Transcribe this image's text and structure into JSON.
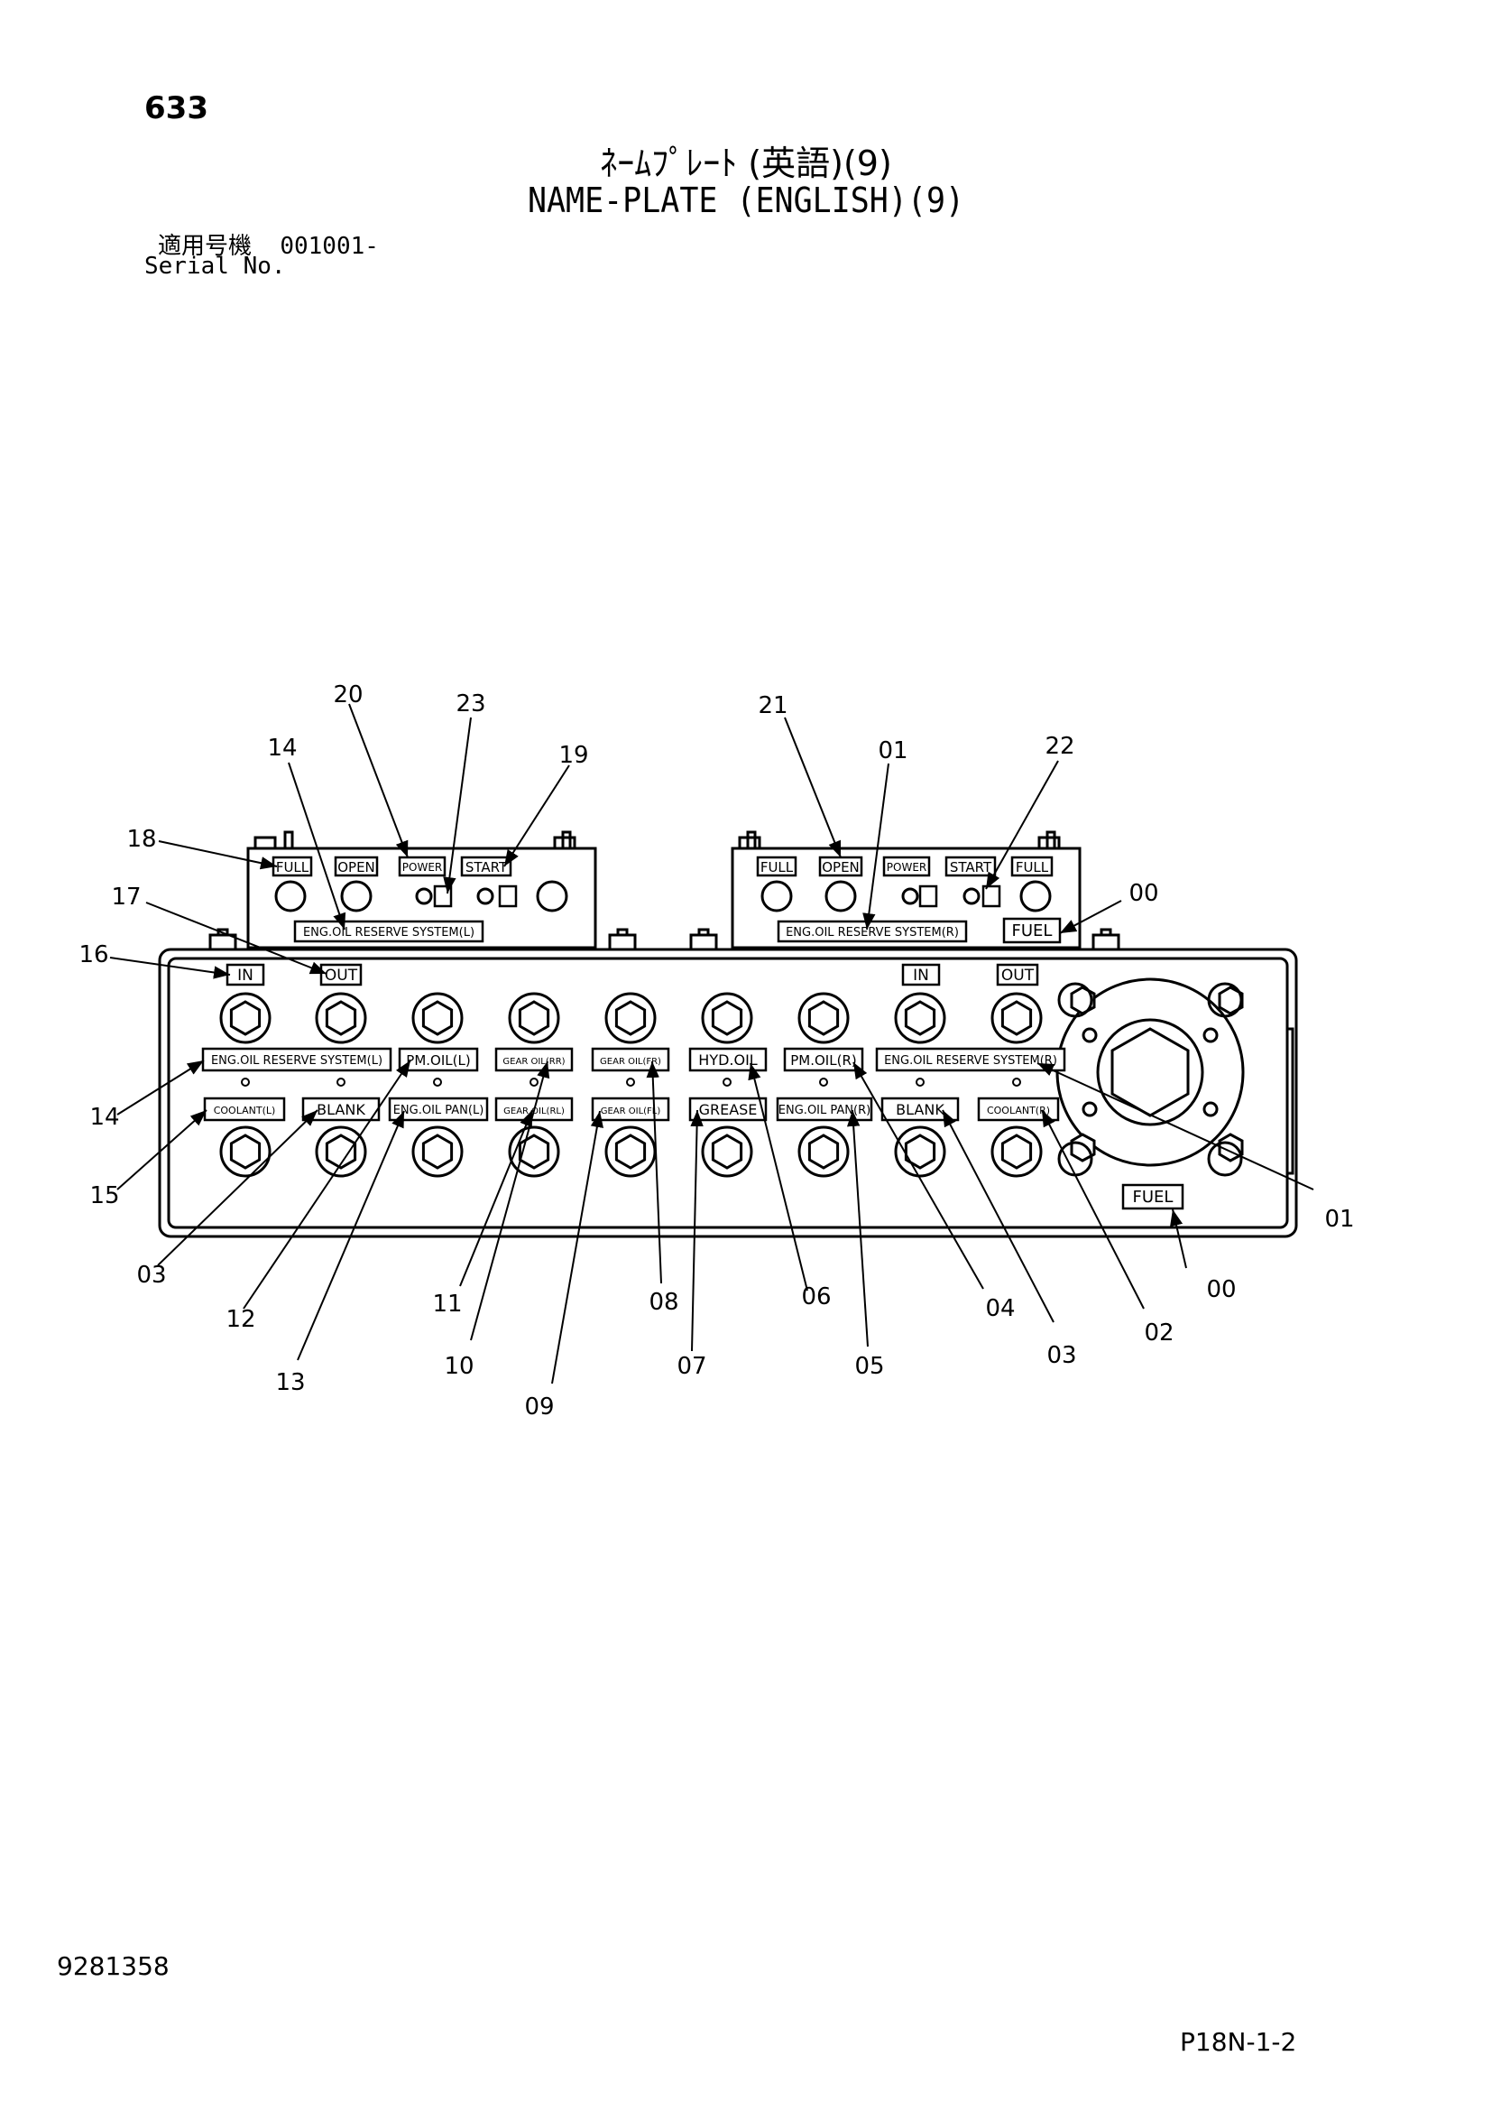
{
  "header": {
    "page_number": "633",
    "title_jp": "ﾈｰﾑﾌﾟﾚｰﾄ (英語)(9)",
    "title_en": "NAME-PLATE (ENGLISH)(9)",
    "serial_label_jp": "適用号機",
    "serial_value": "001001-",
    "serial_label_en": "Serial No."
  },
  "footer": {
    "doc_number": "9281358",
    "page_code": "P18N-1-2"
  },
  "plates": {
    "upper_left": [
      "FULL",
      "OPEN",
      "POWER",
      "START"
    ],
    "upper_left_system": "ENG.OIL RESERVE SYSTEM(L)",
    "upper_right": [
      "FULL",
      "OPEN",
      "POWER",
      "START",
      "FULL"
    ],
    "upper_right_system": "ENG.OIL RESERVE SYSTEM(R)",
    "fuel": "FUEL",
    "in": "IN",
    "out": "OUT",
    "row1": [
      "ENG.OIL RESERVE SYSTEM(L)",
      "PM.OIL(L)",
      "GEAR OIL(RR)",
      "GEAR OIL(FR)",
      "HYD.OIL",
      "PM.OIL(R)",
      "ENG.OIL RESERVE SYSTEM(R)"
    ],
    "row2": [
      "COOLANT(L)",
      "BLANK",
      "ENG.OIL PAN(L)",
      "GEAR OIL(RL)",
      "GEAR OIL(FL)",
      "GREASE",
      "ENG.OIL PAN(R)",
      "BLANK",
      "COOLANT(R)"
    ]
  },
  "callouts": {
    "c20": "20",
    "c23": "23",
    "c19": "19",
    "c14a": "14",
    "c18": "18",
    "c17": "17",
    "c16": "16",
    "c21": "21",
    "c01a": "01",
    "c22": "22",
    "c00a": "00",
    "c14b": "14",
    "c15": "15",
    "c03a": "03",
    "c12": "12",
    "c13": "13",
    "c11": "11",
    "c10": "10",
    "c09": "09",
    "c08": "08",
    "c07": "07",
    "c06": "06",
    "c05": "05",
    "c04": "04",
    "c03b": "03",
    "c02": "02",
    "c00b": "00",
    "c01b": "01"
  }
}
